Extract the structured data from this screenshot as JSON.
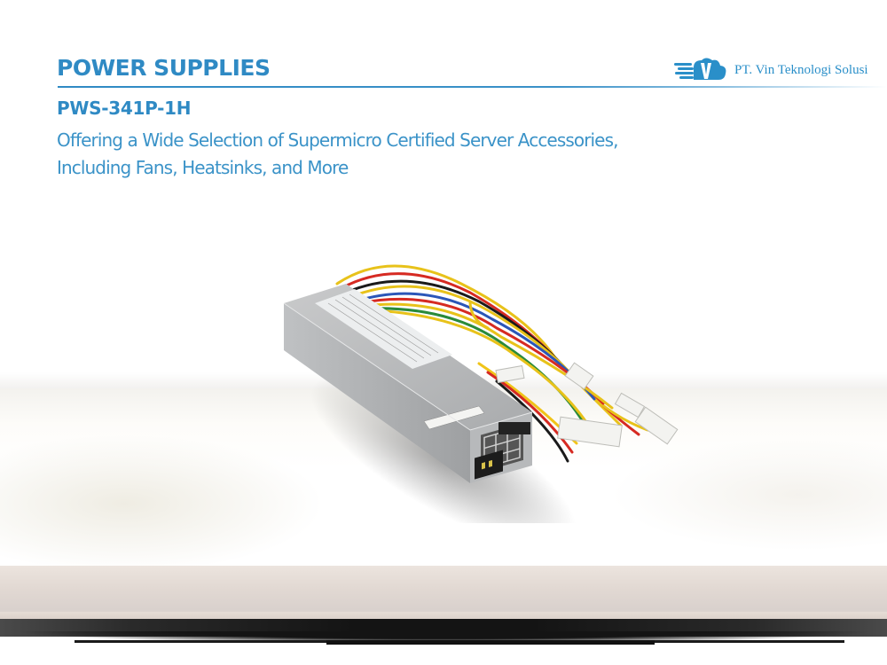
{
  "header": {
    "title": "POWER SUPPLIES",
    "accent_color": "#2f8ac4"
  },
  "logo": {
    "text": "PT. Vin Teknologi Solusi",
    "icon": "cloud-v-logo-icon",
    "color": "#2a8fc9"
  },
  "product": {
    "model": "PWS-341P-1H",
    "description_lines": [
      "Offering a Wide Selection of Supermicro Certified Server Accessories,",
      "Including Fans, Heatsinks, and More"
    ],
    "image": "power-supply-unit-with-cables"
  }
}
